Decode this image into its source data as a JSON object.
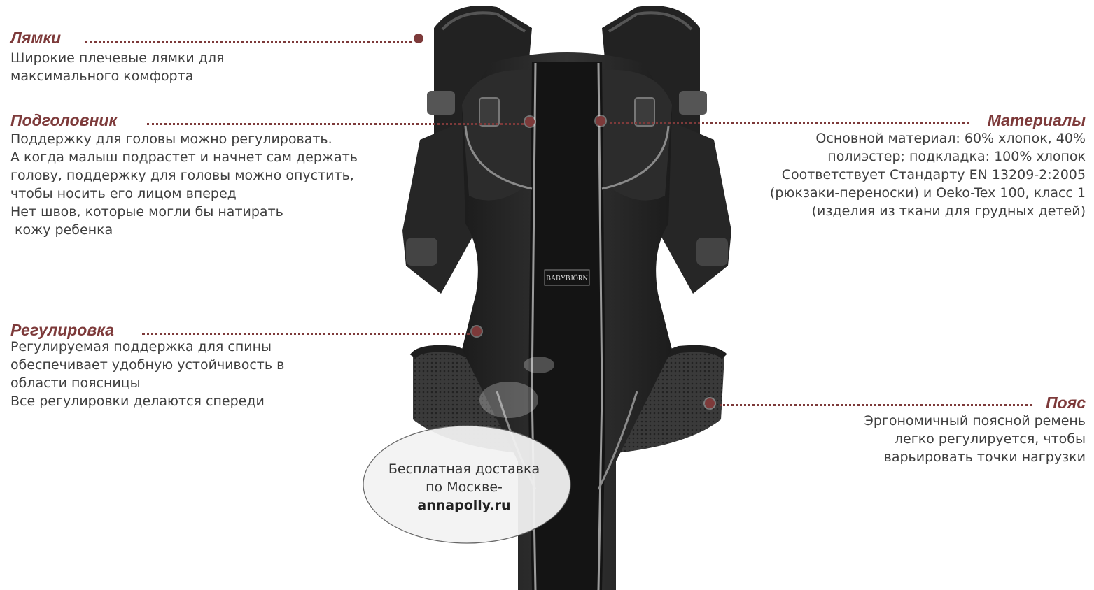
{
  "sections": {
    "straps": {
      "title": "Лямки",
      "lines": [
        "Широкие плечевые лямки для",
        "максимального комфорта"
      ]
    },
    "headrest": {
      "title": "Подголовник",
      "lines": [
        "Поддержку для головы можно регулировать.",
        "А когда малыш подрастет и начнет сам держать",
        "голову, поддержку для головы можно опустить,",
        "чтобы носить его лицом вперед",
        "Нет швов, которые могли бы натирать",
        " кожу ребенка"
      ]
    },
    "adjustment": {
      "title": "Регулировка",
      "lines": [
        "Регулируемая поддержка для спины",
        "обеспечивает удобную устойчивость в",
        "области поясницы",
        "Все регулировки делаются спереди"
      ]
    },
    "materials": {
      "title": "Материалы",
      "lines": [
        "Основной материал: 60% хлопок, 40%",
        "полиэстер; подкладка: 100% хлопок",
        "Соответствует Стандарту EN 13209-2:2005",
        "(рюкзаки-переноски) и Oeko-Tex 100, класс 1",
        "(изделия из ткани для грудных детей)"
      ]
    },
    "belt": {
      "title": "Пояс",
      "lines": [
        "Эргономичный поясной ремень",
        "легко регулируется, чтобы",
        "варьировать точки нагрузки"
      ]
    }
  },
  "bubble": {
    "line1": "Бесплатная доставка",
    "line2": "по Москве-",
    "line3": "annapolly.ru"
  },
  "brand_label": "BABYBJÖRN",
  "colors": {
    "accent": "#7d3a3a",
    "text": "#3f3f3f",
    "fabric": "#2b2b2b",
    "piping": "#9a9a9a"
  }
}
